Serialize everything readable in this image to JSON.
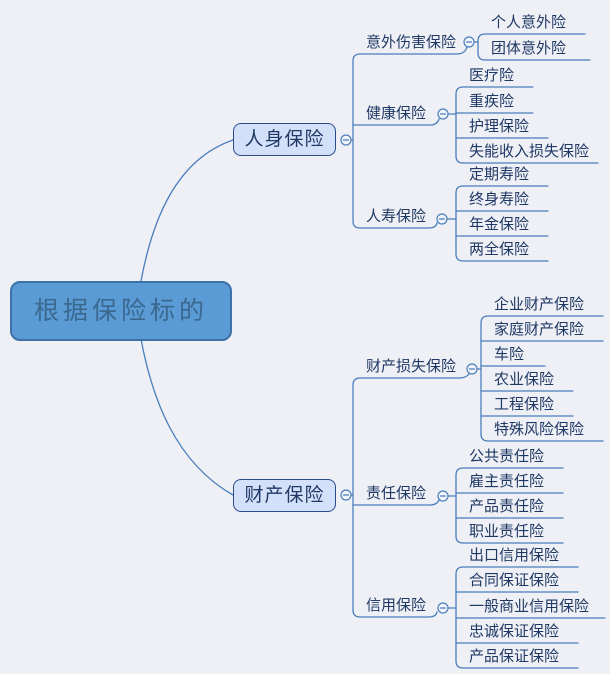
{
  "title": "insurance classification mind map",
  "colors": {
    "background": "#EEF0F6",
    "line": "#4A7EBB",
    "root_fill": "#5B9BD5",
    "root_border": "#3C72A8",
    "root_text": "#3A688F",
    "branch_fill": "#D3E0FA",
    "branch_border": "#2B4A8C",
    "topic_text": "#1F3864"
  },
  "icons": {
    "collapse": "minus-in-circle"
  },
  "root": {
    "label": "根据保险标的"
  },
  "branches": [
    {
      "label": "人身保险",
      "children": [
        {
          "label": "意外伤害保险",
          "leaves": [
            "个人意外险",
            "团体意外险"
          ]
        },
        {
          "label": "健康保险",
          "leaves": [
            "医疗险",
            "重疾险",
            "护理保险",
            "失能收入损失保险"
          ]
        },
        {
          "label": "人寿保险",
          "leaves": [
            "定期寿险",
            "终身寿险",
            "年金保险",
            "两全保险"
          ]
        }
      ]
    },
    {
      "label": "财产保险",
      "children": [
        {
          "label": "财产损失保险",
          "leaves": [
            "企业财产保险",
            "家庭财产保险",
            "车险",
            "农业保险",
            "工程保险",
            "特殊风险保险"
          ]
        },
        {
          "label": "责任保险",
          "leaves": [
            "公共责任险",
            "雇主责任险",
            "产品责任险",
            "职业责任险"
          ]
        },
        {
          "label": "信用保险",
          "leaves": [
            "出口信用保险",
            "合同保证保险",
            "一般商业信用保险",
            "忠诚保证保险",
            "产品保证保险"
          ]
        }
      ]
    }
  ]
}
